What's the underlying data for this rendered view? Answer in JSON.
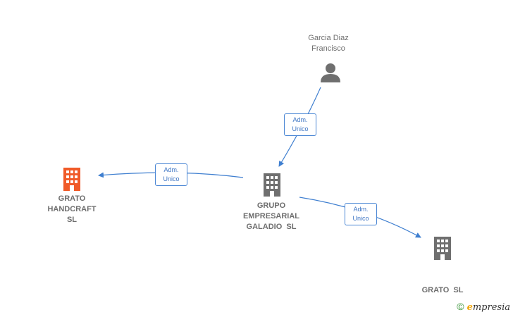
{
  "nodes": {
    "person": {
      "line1": "Garcia Diaz",
      "line2": "Francisco",
      "icon": "person-icon"
    },
    "grupo": {
      "line1": "GRUPO",
      "line2": "EMPRESARIAL",
      "line3": "GALADIO  SL",
      "icon": "building-icon"
    },
    "handcraft": {
      "line1": "GRATO",
      "line2": "HANDCRAFT",
      "line3": "SL",
      "icon": "building-icon",
      "color": "#f05a28"
    },
    "grato": {
      "line1": "GRATO  SL",
      "icon": "building-icon"
    }
  },
  "edges": {
    "person_to_grupo": {
      "line1": "Adm.",
      "line2": "Unico"
    },
    "grupo_to_handcraft": {
      "line1": "Adm.",
      "line2": "Unico"
    },
    "grupo_to_grato": {
      "line1": "Adm.",
      "line2": "Unico"
    }
  },
  "colors": {
    "edge": "#3f7fd0",
    "icon_gray": "#6f6f6f",
    "highlight": "#f05a28"
  },
  "watermark": {
    "copyright": "©",
    "brand_first": "e",
    "brand_rest": "mpresia"
  }
}
